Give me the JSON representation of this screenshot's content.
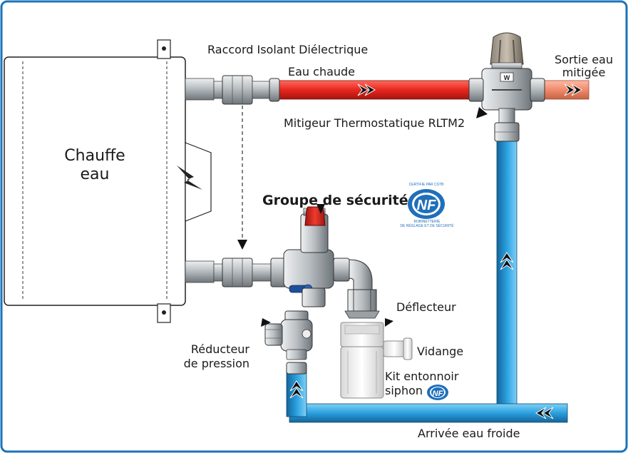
{
  "labels": {
    "heater": "Chauffe\neau",
    "dielectric_union": "Raccord  Isolant  Diélectrique",
    "hot_water": "Eau chaude",
    "mixed_outlet": "Sortie eau\nmitigée",
    "thermostatic_mixer": "Mitigeur Thermostatique  RLTM2",
    "safety_group": "Groupe de sécurité",
    "deflector": "Déflecteur",
    "pressure_reducer": "Réducteur\nde pression",
    "drain": "Vidange",
    "funnel_siphon": "Kit entonnoir\nsiphon",
    "cold_inlet": "Arrivée eau froide"
  },
  "nf_logo_large": {
    "top": "CERTIFIE PAR CSTB",
    "mark": "NF",
    "bottom": "ROBINETTERIE\nDE RÉGLAGE ET DE SÉCURITÉ"
  },
  "nf_logo_small": {
    "mark": "NF"
  },
  "colors": {
    "frame": "#1d72b8",
    "hot_pipe": "#e8261f",
    "mixed_pipe": "#f08a6c",
    "cold_pipe": "#2aa0e0",
    "metal": "#bfc3c6",
    "valve_cap_red": "#d9261c",
    "nf_blue": "#1f6fba"
  }
}
